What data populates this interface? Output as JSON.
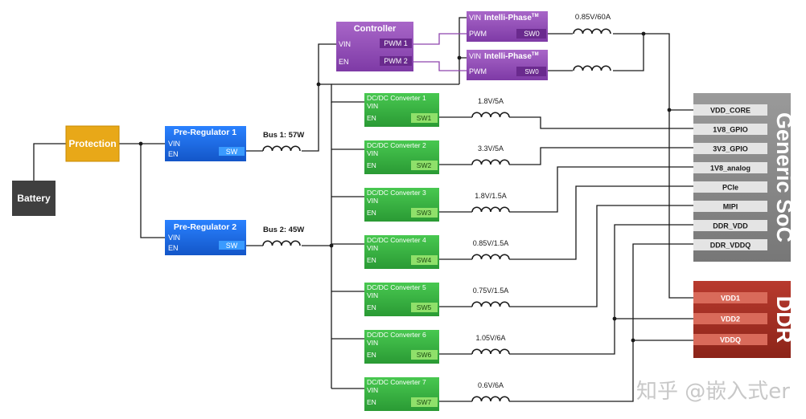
{
  "battery": {
    "label": "Battery"
  },
  "protection": {
    "label": "Protection"
  },
  "pre_regulators": [
    {
      "title": "Pre-Regulator 1",
      "vin": "VIN",
      "en": "EN",
      "sw": "SW"
    },
    {
      "title": "Pre-Regulator 2",
      "vin": "VIN",
      "en": "EN",
      "sw": "SW"
    }
  ],
  "buses": [
    {
      "label": "Bus 1: 57W"
    },
    {
      "label": "Bus 2: 45W"
    }
  ],
  "controller": {
    "title": "Controller",
    "vin": "VIN",
    "en": "EN",
    "pwm1": "PWM 1",
    "pwm2": "PWM 2"
  },
  "phases": [
    {
      "vin": "VIN",
      "title": "Intelli-Phase",
      "tm": "TM",
      "pwm": "PWM",
      "sw": "SW0",
      "output": "0.85V/60A"
    },
    {
      "vin": "VIN",
      "title": "Intelli-Phase",
      "tm": "TM",
      "pwm": "PWM",
      "sw": "SW0",
      "output": ""
    }
  ],
  "converters": [
    {
      "title": "DC/DC Converter 1",
      "vin": "VIN",
      "en": "EN",
      "sw": "SW1",
      "output": "1.8V/5A"
    },
    {
      "title": "DC/DC Converter 2",
      "vin": "VIN",
      "en": "EN",
      "sw": "SW2",
      "output": "3.3V/5A"
    },
    {
      "title": "DC/DC Converter 3",
      "vin": "VIN",
      "en": "EN",
      "sw": "SW3",
      "output": "1.8V/1.5A"
    },
    {
      "title": "DC/DC Converter 4",
      "vin": "VIN",
      "en": "EN",
      "sw": "SW4",
      "output": "0.85V/1.5A"
    },
    {
      "title": "DC/DC Converter 5",
      "vin": "VIN",
      "en": "EN",
      "sw": "SW5",
      "output": "0.75V/1.5A"
    },
    {
      "title": "DC/DC Converter 6",
      "vin": "VIN",
      "en": "EN",
      "sw": "SW6",
      "output": "1.05V/6A"
    },
    {
      "title": "DC/DC Converter 7",
      "vin": "VIN",
      "en": "EN",
      "sw": "SW7",
      "output": "0.6V/6A"
    }
  ],
  "soc": {
    "title": "Generic SoC",
    "pins": [
      "VDD_CORE",
      "1V8_GPIO",
      "3V3_GPIO",
      "1V8_analog",
      "PCIe",
      "MIPI",
      "DDR_VDD",
      "DDR_VDDQ"
    ]
  },
  "ddr": {
    "title": "DDR",
    "pins": [
      "VDD1",
      "VDD2",
      "VDDQ"
    ]
  },
  "watermark": "知乎 @嵌入式er",
  "colors": {
    "battery": "#404040",
    "protection": "#e8a818",
    "pre_regulator": "#1f6fe0",
    "controller": "#9b59b6",
    "phase": "#8e44ad",
    "converter": "#3cb043",
    "soc": "#8c8c8c",
    "ddr": "#a93226"
  }
}
